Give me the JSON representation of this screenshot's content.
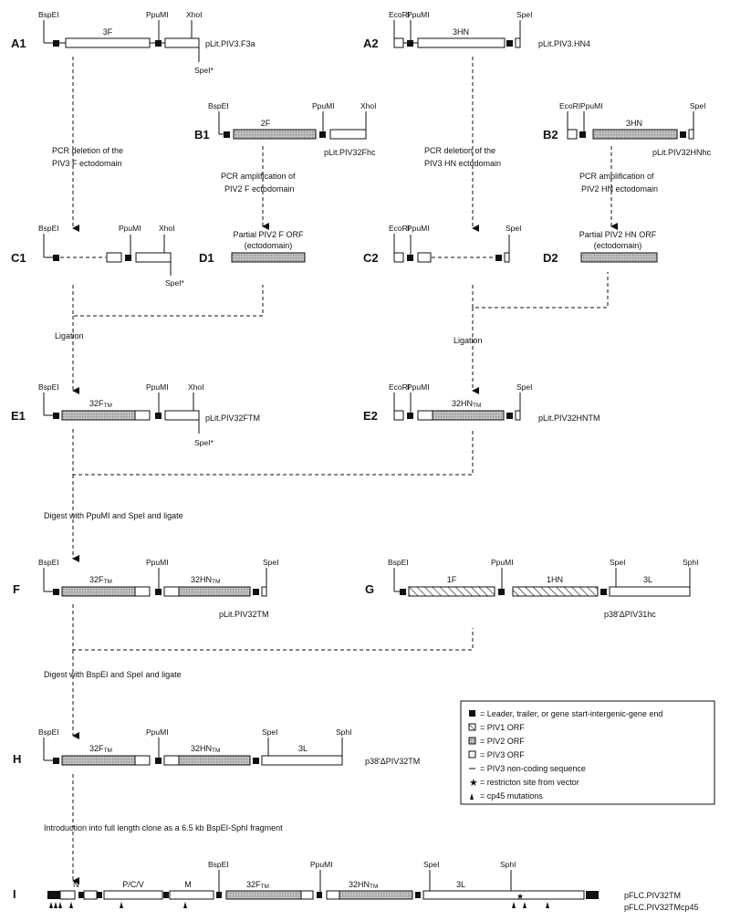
{
  "steps": {
    "A1": {
      "id": "A1",
      "fragment": "3F",
      "plasmid": "pLit.PIV3.F3a",
      "sites": [
        "BspEI",
        "PpuMI",
        "XhoI",
        "SpeI*"
      ]
    },
    "A2": {
      "id": "A2",
      "fragment": "3HN",
      "plasmid": "pLit.PIV3.HN4",
      "sites": [
        "EcoRI",
        "PpuMI",
        "SpeI"
      ]
    },
    "B1": {
      "id": "B1",
      "fragment": "2F",
      "plasmid": "pLit.PIV32Fhc",
      "sites": [
        "BspEI",
        "PpuMI",
        "XhoI"
      ]
    },
    "B2": {
      "id": "B2",
      "fragment": "3HN",
      "plasmid": "pLit.PIV32HNhc",
      "sites": [
        "EcoRI",
        "PpuMI",
        "SpeI"
      ]
    },
    "C1": {
      "id": "C1",
      "sites": [
        "BspEI",
        "PpuMI",
        "XhoI",
        "SpeI*"
      ]
    },
    "C2": {
      "id": "C2",
      "sites": [
        "EcoRI",
        "PpuMI",
        "SpeI"
      ]
    },
    "D1": {
      "id": "D1",
      "line1": "Partial PIV2 F ORF",
      "line2": "(ectodomain)"
    },
    "D2": {
      "id": "D2",
      "line1": "Partial PIV2 HN ORF",
      "line2": "(ectodomain)"
    },
    "E1": {
      "id": "E1",
      "fragment": "32F",
      "fragment_sub": "TM",
      "plasmid": "pLit.PIV32FTM",
      "sites": [
        "BspEI",
        "PpuMI",
        "XhoI",
        "SpeI*"
      ]
    },
    "E2": {
      "id": "E2",
      "fragment": "32HN",
      "fragment_sub": "TM",
      "plasmid": "pLit.PIV32HNTM",
      "sites": [
        "EcoRI",
        "PpuMI",
        "SpeI"
      ]
    },
    "F": {
      "id": "F",
      "frag1": "32F",
      "frag2": "32HN",
      "sub": "TM",
      "plasmid": "pLit.PIV32TM",
      "sites": [
        "BspEI",
        "PpuMI",
        "SpeI"
      ]
    },
    "G": {
      "id": "G",
      "frag1": "1F",
      "frag2": "1HN",
      "frag3": "3L",
      "plasmid": "p38'ΔPIV31hc",
      "sites": [
        "BspEI",
        "PpuMI",
        "SpeI",
        "SphI"
      ]
    },
    "H": {
      "id": "H",
      "frag1": "32F",
      "frag2": "32HN",
      "frag3": "3L",
      "sub": "TM",
      "plasmid": "p38'ΔPIV32TM",
      "sites": [
        "BspEI",
        "PpuMI",
        "SpeI",
        "SphI"
      ]
    },
    "I": {
      "id": "I",
      "genes": [
        "N",
        "P/C/V",
        "M",
        "32F",
        "32HN",
        "3L"
      ],
      "sub": "TM",
      "plasmid1": "pFLC.PIV32TM",
      "plasmid2": "pFLC.PIV32TMcp45",
      "sites": [
        "BspEI",
        "PpuMI",
        "SpeI",
        "SphI"
      ]
    }
  },
  "annotations": {
    "pcr_del_f_1": "PCR deletion of the",
    "pcr_del_f_2": "PIV3 F ectodomain",
    "pcr_amp_f_1": "PCR amplification of",
    "pcr_amp_f_2": "PIV2 F ectodomain",
    "pcr_del_hn_1": "PCR deletion of the",
    "pcr_del_hn_2": "PIV3 HN ectodomain",
    "pcr_amp_hn_1": "PCR amplification of",
    "pcr_amp_hn_2": "PIV2 HN ectodomain",
    "ligation": "Ligation",
    "digest1": "Digest with PpuMI and SpeI and ligate",
    "digest2": "Digest with BspEI and SpeI and  ligate",
    "introduction": "Introduction into full length clone as a 6.5 kb BspEI-SphI fragment"
  },
  "legend": [
    {
      "symbol": "black-square",
      "text": "= Leader, trailer, or gene start-intergenic-gene end"
    },
    {
      "symbol": "hatched-square",
      "text": "= PIV1 ORF"
    },
    {
      "symbol": "grey-square",
      "text": "= PIV2 ORF"
    },
    {
      "symbol": "white-square",
      "text": "= PIV3 ORF"
    },
    {
      "symbol": "dash",
      "text": "= PIV3 non-coding sequence"
    },
    {
      "symbol": "star",
      "text": "= restricton site from vector"
    },
    {
      "symbol": "arrowhead",
      "text": "= cp45 mutations"
    }
  ]
}
